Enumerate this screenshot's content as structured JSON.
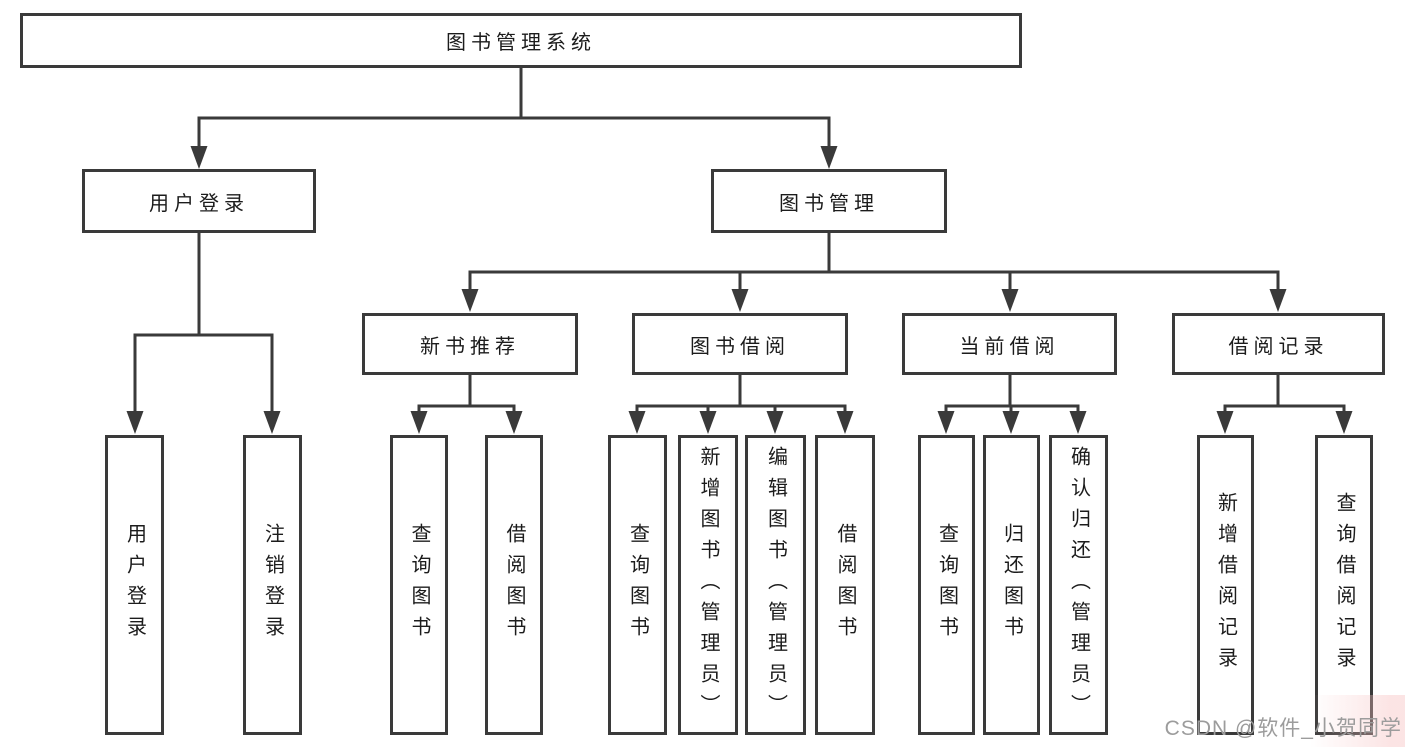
{
  "tree": {
    "label": "图书管理系统",
    "children": [
      {
        "label": "用户登录",
        "children": [
          {
            "label": "用户登录"
          },
          {
            "label": "注销登录"
          }
        ]
      },
      {
        "label": "图书管理",
        "children": [
          {
            "label": "新书推荐",
            "children": [
              {
                "label": "查询图书"
              },
              {
                "label": "借阅图书"
              }
            ]
          },
          {
            "label": "图书借阅",
            "children": [
              {
                "label": "查询图书"
              },
              {
                "label": "新增图书（管理员）"
              },
              {
                "label": "编辑图书（管理员）"
              },
              {
                "label": "借阅图书"
              }
            ]
          },
          {
            "label": "当前借阅",
            "children": [
              {
                "label": "查询图书"
              },
              {
                "label": "归还图书"
              },
              {
                "label": "确认归还（管理员）"
              }
            ]
          },
          {
            "label": "借阅记录",
            "children": [
              {
                "label": "新增借阅记录"
              },
              {
                "label": "查询借阅记录"
              }
            ]
          }
        ]
      }
    ]
  },
  "watermark": {
    "text": "CSDN @软件_小贺同学"
  },
  "colors": {
    "line": "#3a3a3a",
    "box_fill": "#ffffff",
    "text": "#1c1c1c",
    "watermark_text": "#9c9c9c",
    "watermark_tint": "#f7c3c3",
    "background": "#ffffff"
  }
}
